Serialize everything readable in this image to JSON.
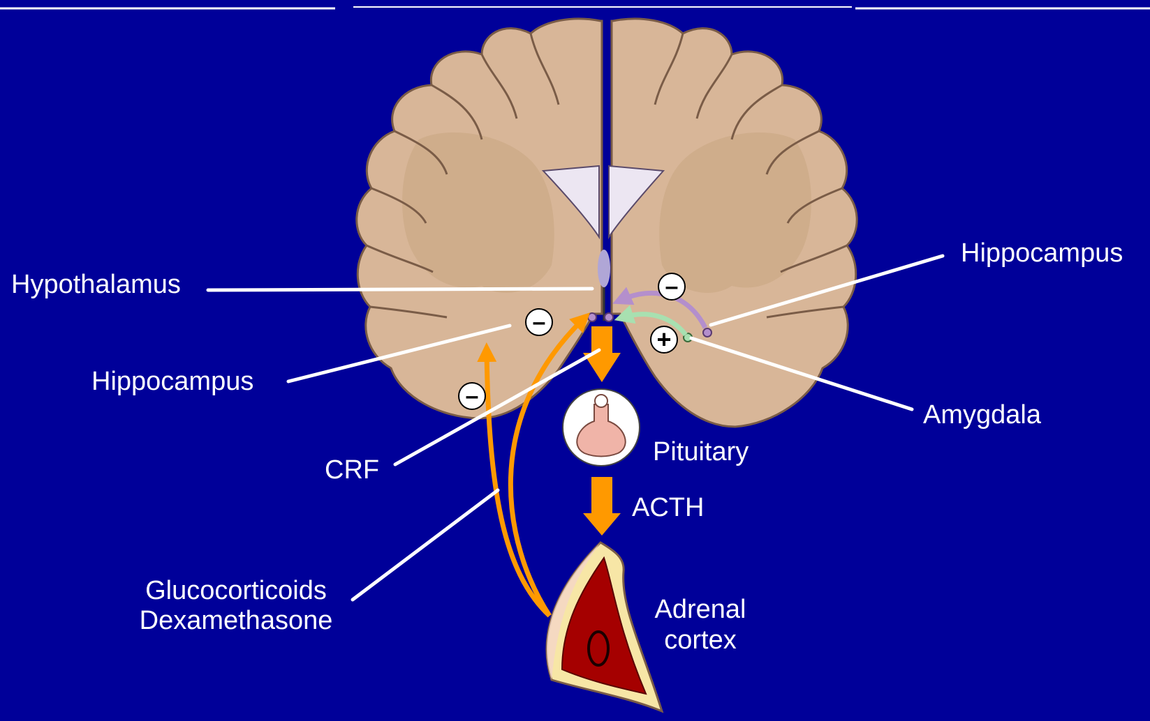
{
  "diagram": {
    "colors": {
      "background": "#000099",
      "brain_outer": "#d8b698",
      "brain_inner": "#c9a582",
      "brain_outline": "#7a5c47",
      "ventricle": "#ece6f2",
      "arrow_orange": "#ff9900",
      "inhibit_purple": "#b48fcc",
      "excite_green": "#a8e0b0",
      "pituitary": "#f0b4a8",
      "adrenal_medulla": "#a50000",
      "adrenal_cortex": "#f7e6a6",
      "label": "#ffffff"
    },
    "labels": {
      "hypothalamus": "Hypothalamus",
      "hippocampus_left": "Hippocampus",
      "hippocampus_right": "Hippocampus",
      "amygdala": "Amygdala",
      "crf": "CRF",
      "pituitary": "Pituitary",
      "acth": "ACTH",
      "glucocorticoids": "Glucocorticoids",
      "dexamethasone": "Dexamethasone",
      "adrenal_line1": "Adrenal",
      "adrenal_line2": "cortex"
    },
    "signs": {
      "minus": "–",
      "plus": "+"
    }
  }
}
